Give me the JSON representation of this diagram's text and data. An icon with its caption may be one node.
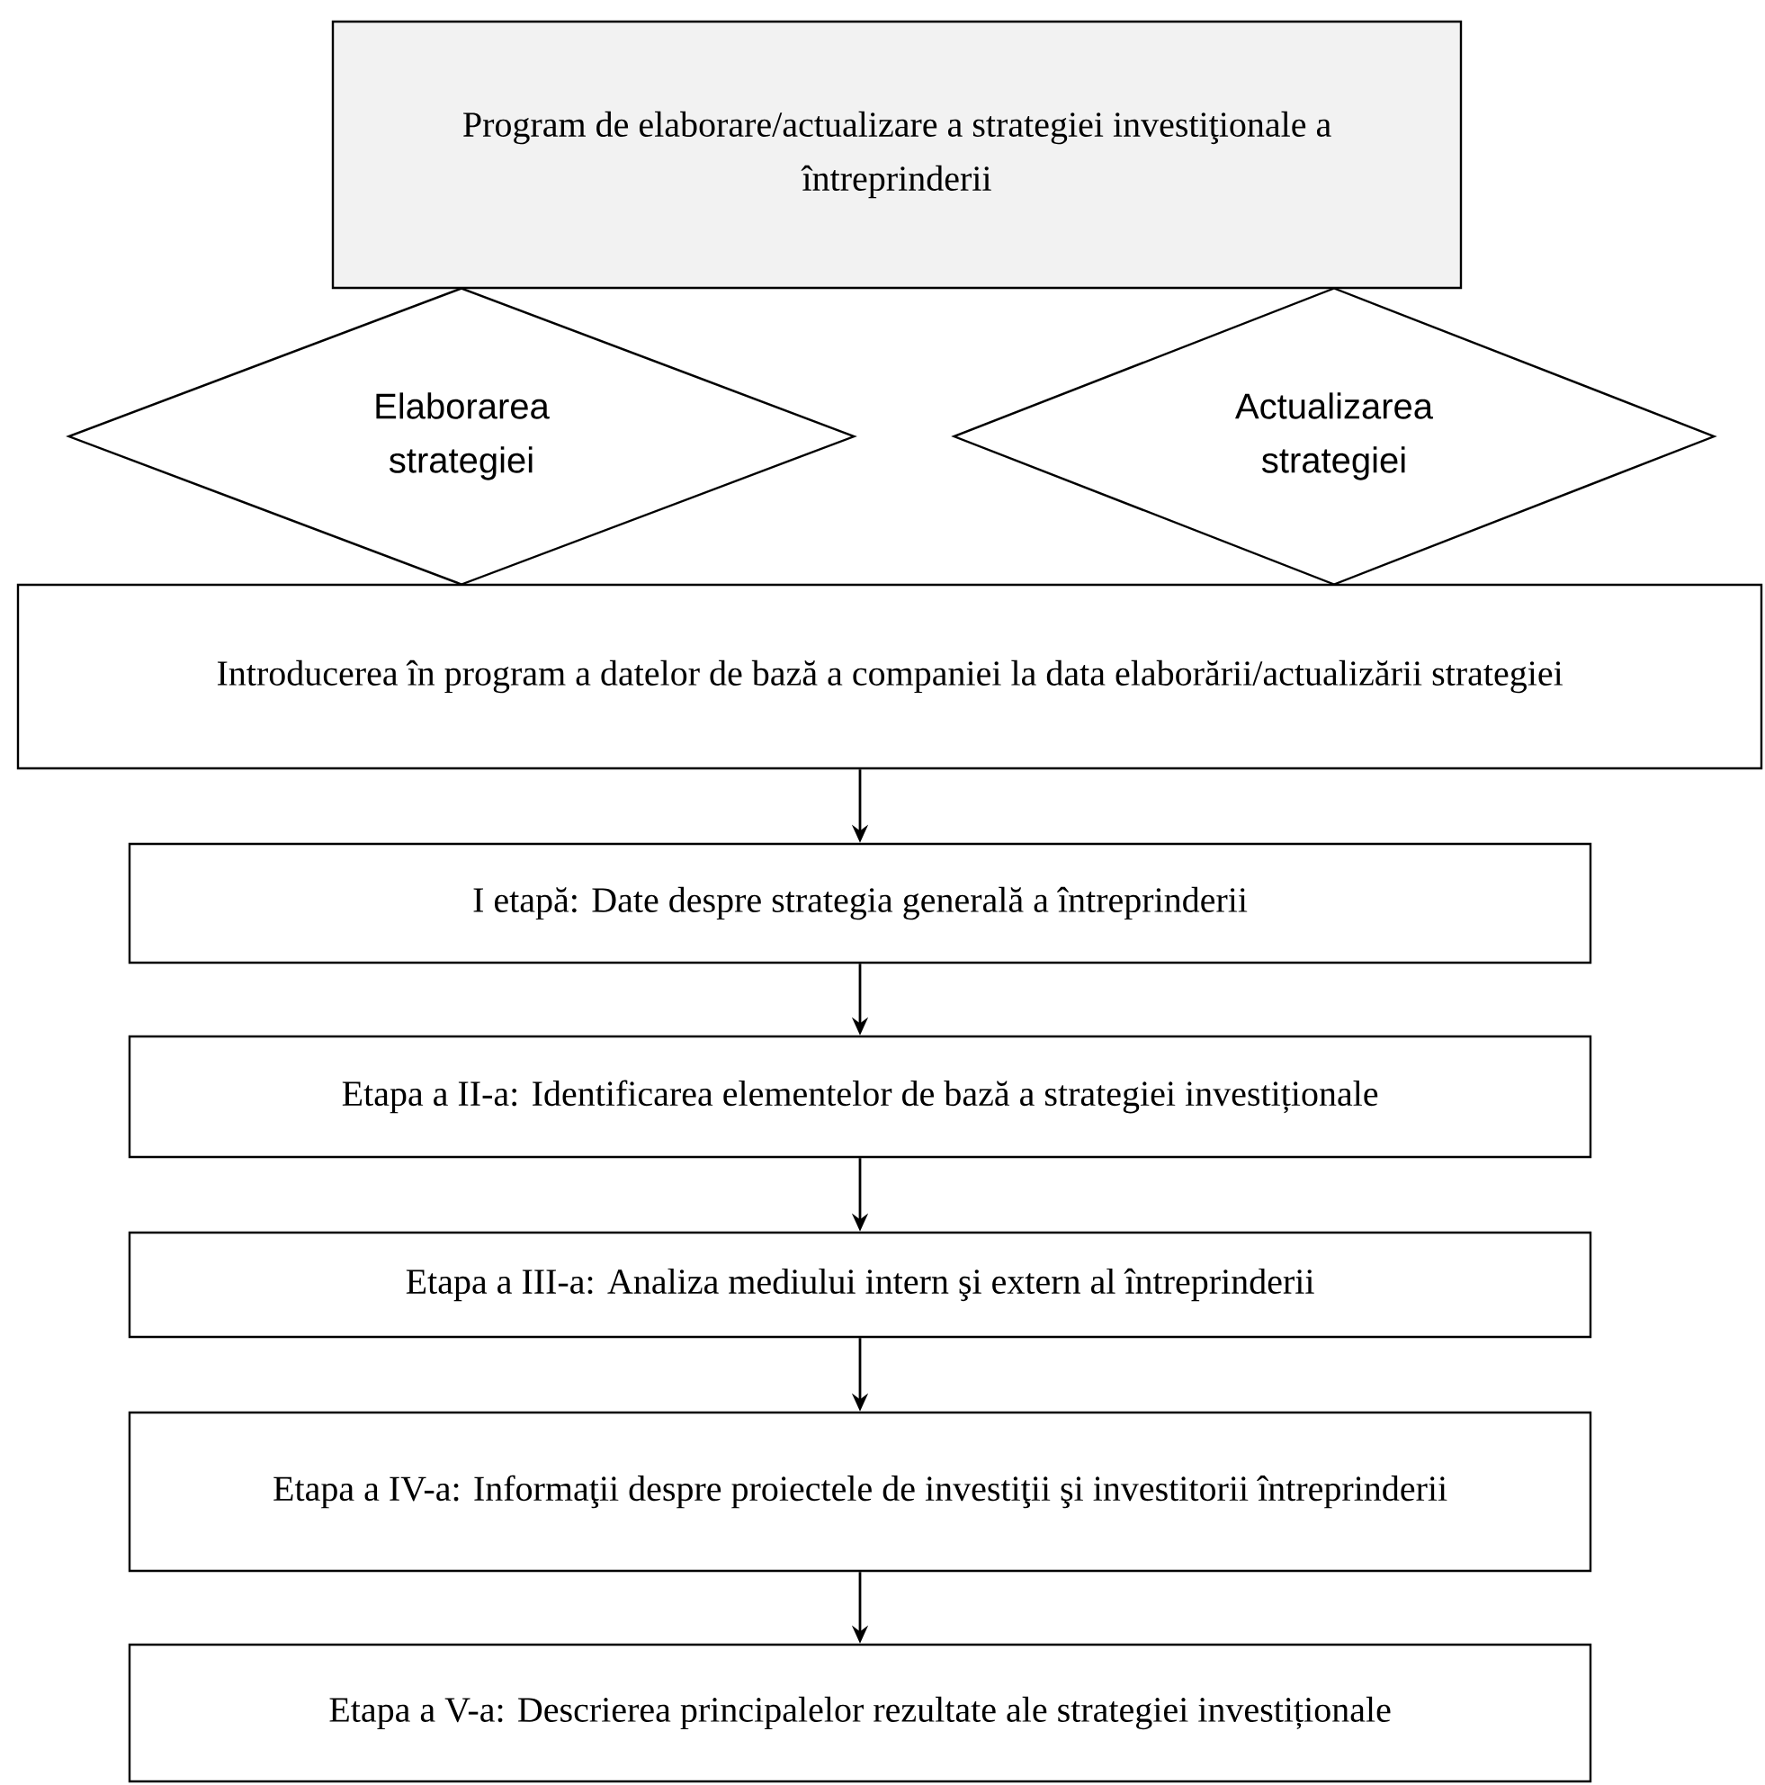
{
  "diagram": {
    "nodes": [
      {
        "text": [
          "Program de elaborare/actualizare a strategiei investiţionale a întreprinderii"
        ]
      },
      {
        "text": [
          "Elaborarea strategiei"
        ]
      },
      {
        "text": [
          "Actualizarea strategiei"
        ]
      },
      {
        "text": [
          "Introducerea în program a datelor de bază a companiei la data elaborării/actualizării strategiei"
        ]
      },
      {
        "text": [
          "I etapă: Date despre strategia generală a  întreprinderii"
        ]
      },
      {
        "text": [
          "Etapa a II-a: Identificarea elementelor de bază a strategiei investiționale"
        ]
      },
      {
        "text": [
          "Etapa a III-a: Analiza mediului intern şi extern al întreprinderii"
        ]
      },
      {
        "text": [
          "Etapa a IV-a: Informaţii despre proiectele de investiţii şi investitorii întreprinderii"
        ]
      },
      {
        "text": [
          "Etapa a V-a: Descrierea principalelor rezultate ale strategiei investiționale"
        ]
      }
    ],
    "edges": [
      {
        "from": 3,
        "to": 4,
        "arrow": "to"
      },
      {
        "from": 4,
        "to": 5,
        "arrow": "to"
      },
      {
        "from": 5,
        "to": 6,
        "arrow": "to"
      },
      {
        "from": 6,
        "to": 7,
        "arrow": "to"
      },
      {
        "from": 7,
        "to": 8,
        "arrow": "to"
      }
    ]
  }
}
